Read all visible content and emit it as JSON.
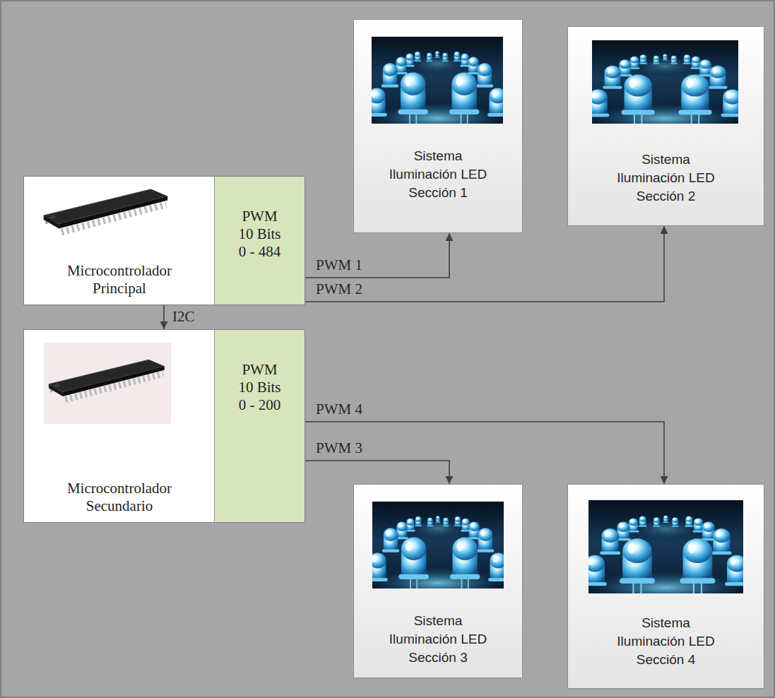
{
  "diagram": {
    "nodes": [
      {
        "text": [
          "Microcontrolador Principal"
        ]
      },
      {
        "text": [
          "PWM 10 Bits 0 - 484"
        ],
        "in": 0
      },
      {
        "text": [
          "Sistema Iluminación LED Sección 1"
        ]
      },
      {
        "text": [
          "Sistema Iluminación LED Sección 2"
        ]
      },
      {
        "text": [
          "Microcontrolador Secundario"
        ]
      },
      {
        "text": [
          "PWM 10 Bits 0 - 200"
        ],
        "in": 4
      },
      {
        "text": [
          "Sistema Iluminación LED Sección 3"
        ]
      },
      {
        "text": [
          "Sistema Iluminación LED Sección 4"
        ]
      }
    ],
    "edges": [
      {
        "from": 1,
        "to": 2,
        "arrow": "to",
        "label": "PWM 1"
      },
      {
        "from": 1,
        "to": 3,
        "arrow": "to",
        "label": "PWM 2"
      },
      {
        "from": 0,
        "to": 4,
        "arrow": "to",
        "label": "I2C"
      },
      {
        "from": 5,
        "to": 7,
        "arrow": "to",
        "label": "PWM 4"
      },
      {
        "from": 5,
        "to": 6,
        "arrow": "to",
        "label": "PWM 3"
      }
    ]
  }
}
